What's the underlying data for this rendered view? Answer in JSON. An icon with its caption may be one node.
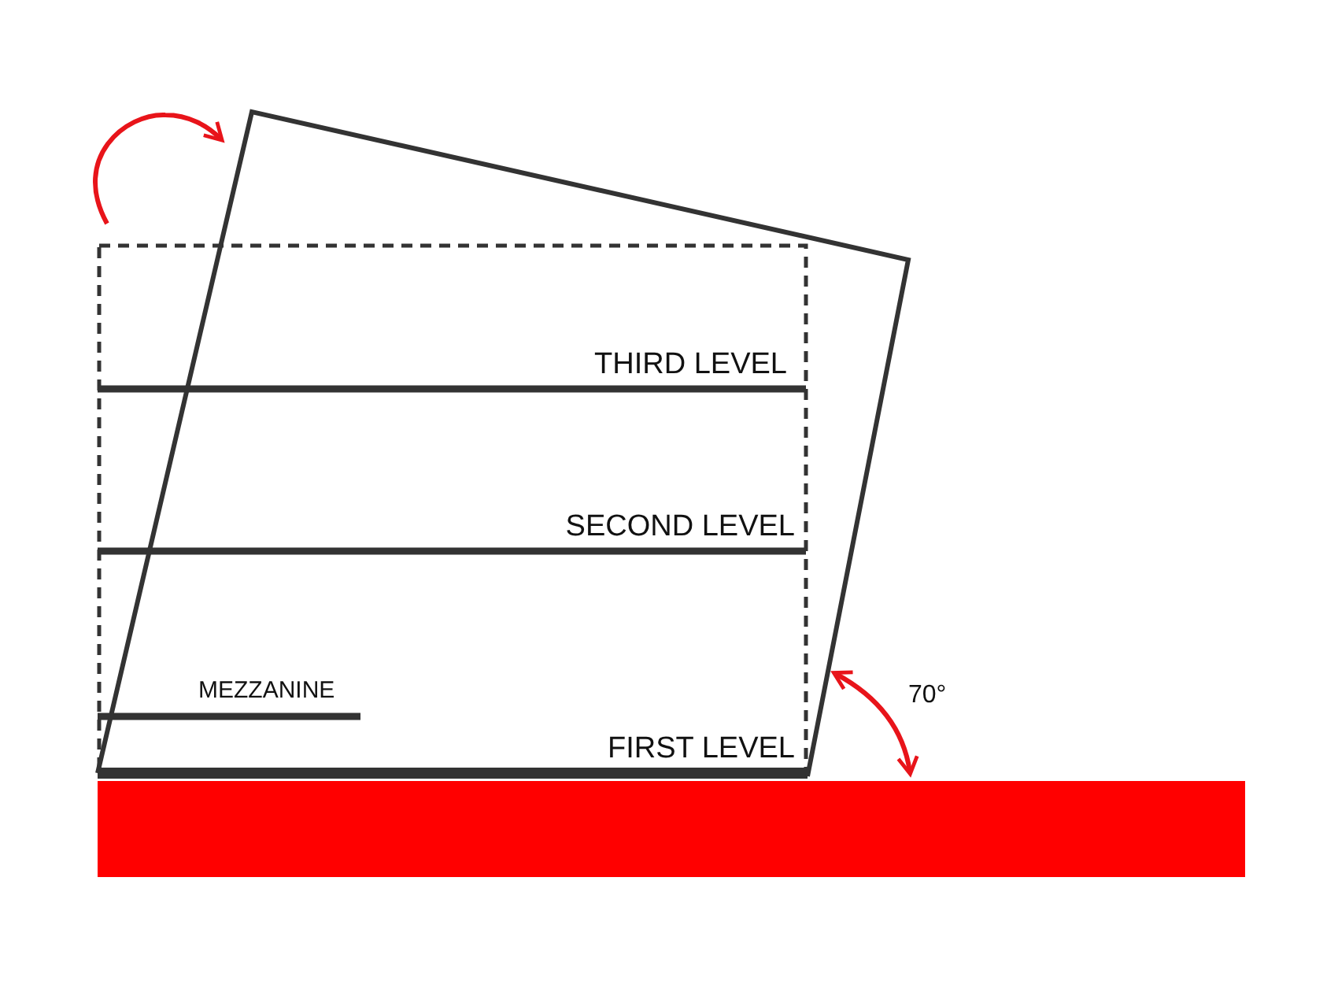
{
  "diagram": {
    "labels": [
      "THIRD LEVEL",
      "SECOND LEVEL",
      "MEZZANINE",
      "FIRST LEVEL",
      "70°"
    ]
  }
}
